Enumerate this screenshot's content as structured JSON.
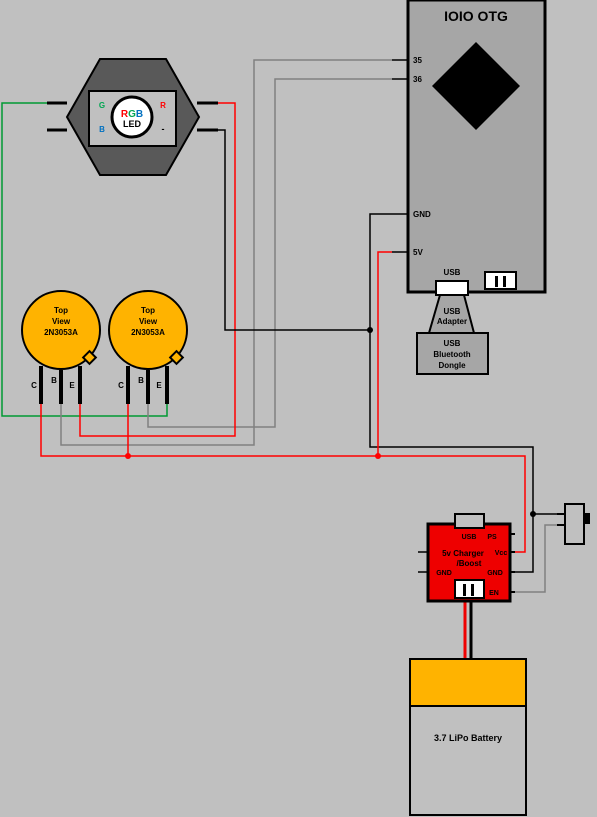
{
  "colors": {
    "background": "#c0c0c0",
    "wire_red": "#ff0000",
    "wire_gray": "#808080",
    "wire_black": "#000000",
    "wire_green": "#009933",
    "transistor_fill": "#ffb300",
    "battery_cap": "#ffb300",
    "board_gray": "#a6a6a6",
    "charger_red": "#ee0000",
    "led_green": "#00a651",
    "led_blue": "#0070c0",
    "led_red": "#ff0000"
  },
  "ioio": {
    "title": "IOIO OTG",
    "pin_35": "35",
    "pin_36": "36",
    "pin_gnd": "GND",
    "pin_5v": "5V",
    "usb_label": "USB"
  },
  "usb_adapter": {
    "line1": "USB",
    "line2": "Adapter"
  },
  "bt_dongle": {
    "line1": "USB",
    "line2": "Bluetooth",
    "line3": "Dongle"
  },
  "led": {
    "center_r": "R",
    "center_g": "G",
    "center_b": "B",
    "center_led": "LED",
    "pin_g": "G",
    "pin_b": "B",
    "pin_r": "R",
    "pin_minus": "-"
  },
  "transistors": [
    {
      "line1": "Top",
      "line2": "View",
      "line3": "2N3053A",
      "pin_c": "C",
      "pin_b": "B",
      "pin_e": "E"
    },
    {
      "line1": "Top",
      "line2": "View",
      "line3": "2N3053A",
      "pin_c": "C",
      "pin_b": "B",
      "pin_e": "E"
    }
  ],
  "charger": {
    "usb": "USB",
    "ps": "PS",
    "title_line1": "5v Charger",
    "title_line2": "/Boost",
    "vcc": "Vcc",
    "gnd_left": "GND",
    "gnd_right": "GND",
    "en": "EN"
  },
  "battery": {
    "label": "3.7 LiPo Battery"
  }
}
